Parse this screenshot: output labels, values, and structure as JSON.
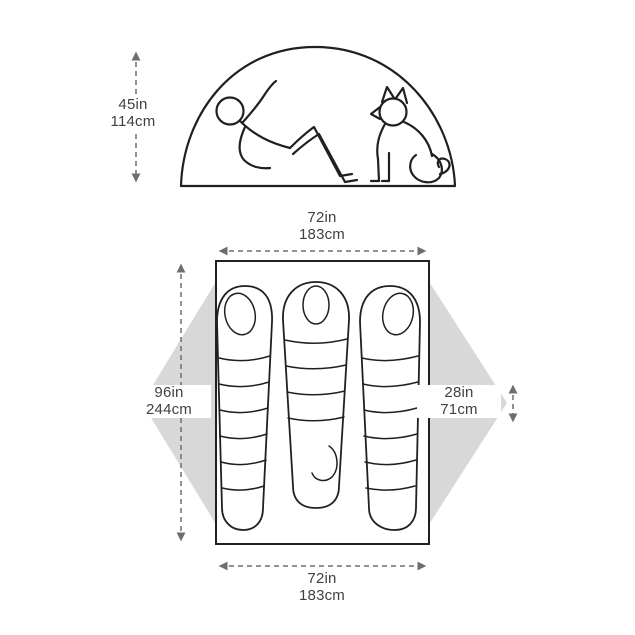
{
  "labels": {
    "height": {
      "imperial": "45in",
      "metric": "114cm"
    },
    "top_width": {
      "imperial": "72in",
      "metric": "183cm"
    },
    "length": {
      "imperial": "96in",
      "metric": "244cm"
    },
    "vestibule": {
      "imperial": "28in",
      "metric": "71cm"
    },
    "bottom_width": {
      "imperial": "72in",
      "metric": "183cm"
    }
  },
  "icons": {
    "side_view": "tent-profile-with-person-and-dog",
    "floor_plan": "tent-floor-plan-with-three-sleeping-bags",
    "vestibule_shapes": "shaded-side-vestibules"
  },
  "colors": {
    "outline": "#231f20",
    "dimension_lines": "#6d6e71",
    "label_text": "#414042",
    "vestibule_fill": "#d8d8d8",
    "background": "#ffffff"
  }
}
